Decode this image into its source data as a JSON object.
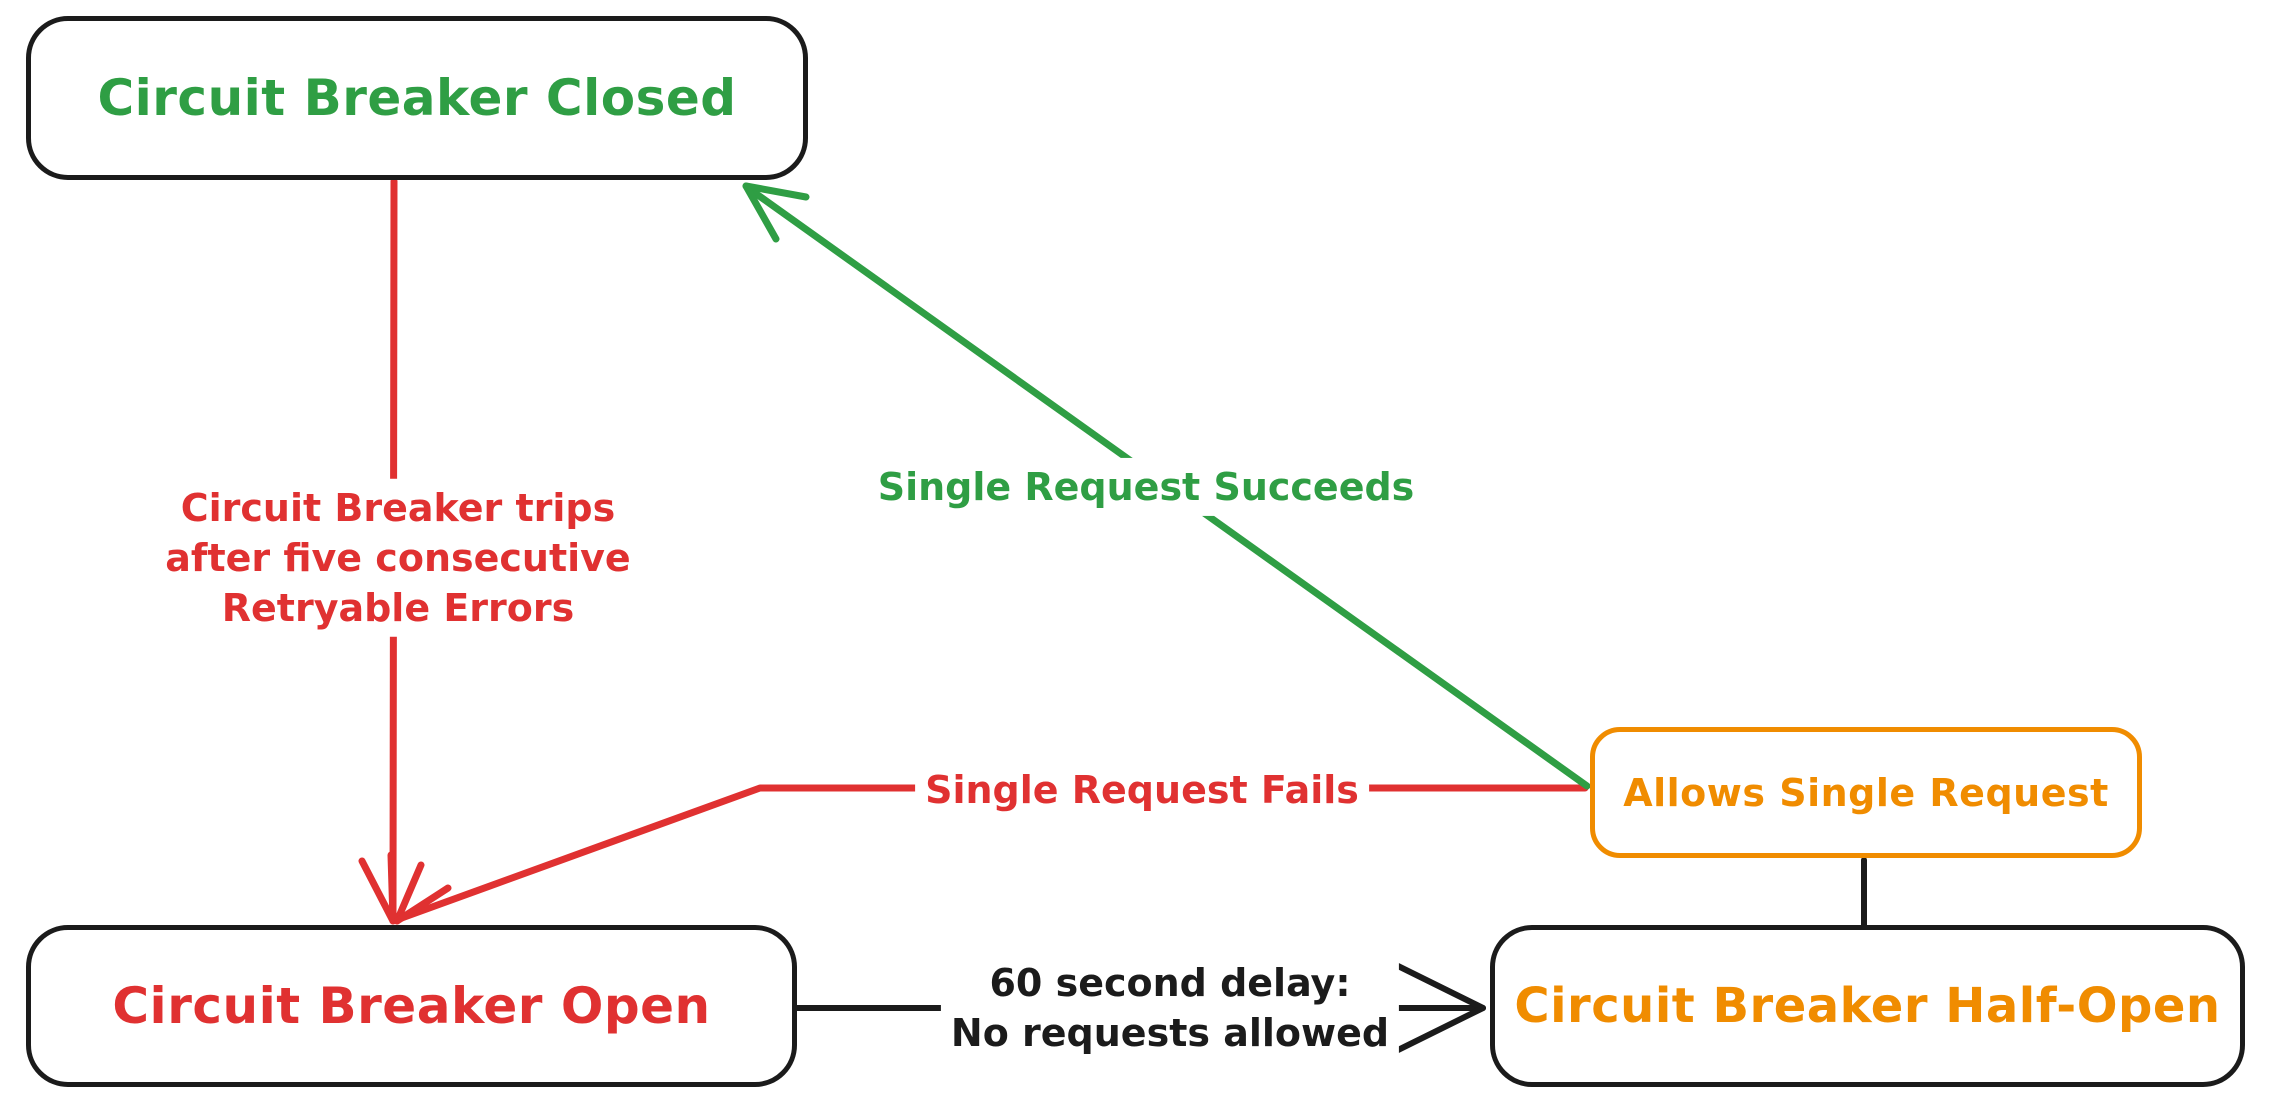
{
  "colors": {
    "green": "#2f9e44",
    "red": "#e03131",
    "orange": "#f08c00",
    "ink": "#1b1b1b",
    "canvas": "#ffffff"
  },
  "diagram": {
    "type": "state-diagram",
    "nodes": {
      "closed": {
        "label": "Circuit Breaker Closed",
        "text_color": "#2f9e44",
        "border_color": "#1b1b1b"
      },
      "open": {
        "label": "Circuit Breaker Open",
        "text_color": "#e03131",
        "border_color": "#1b1b1b"
      },
      "half_open": {
        "label": "Circuit Breaker Half-Open",
        "text_color": "#f08c00",
        "border_color": "#1b1b1b"
      },
      "allows": {
        "label": "Allows Single Request",
        "text_color": "#f08c00",
        "border_color": "#f08c00"
      }
    },
    "edges": {
      "trips": {
        "from": "Circuit Breaker Closed",
        "to": "Circuit Breaker Open",
        "color": "#e03131",
        "arrow": true,
        "lines": [
          "Circuit Breaker trips",
          "after five consecutive",
          "Retryable Errors"
        ]
      },
      "succeeds": {
        "from": "Allows Single Request",
        "to": "Circuit Breaker Closed",
        "color": "#2f9e44",
        "arrow": true,
        "label": "Single Request Succeeds"
      },
      "fails": {
        "from": "Allows Single Request",
        "to": "Circuit Breaker Open",
        "color": "#e03131",
        "arrow": true,
        "label": "Single Request Fails"
      },
      "delay": {
        "from": "Circuit Breaker Open",
        "to": "Circuit Breaker Half-Open",
        "color": "#1b1b1b",
        "arrow": true,
        "lines": [
          "60 second delay:",
          "No requests allowed"
        ]
      },
      "half_open_allows_link": {
        "from": "Circuit Breaker Half-Open",
        "to": "Allows Single Request",
        "color": "#1b1b1b",
        "arrow": false,
        "label": ""
      }
    }
  }
}
